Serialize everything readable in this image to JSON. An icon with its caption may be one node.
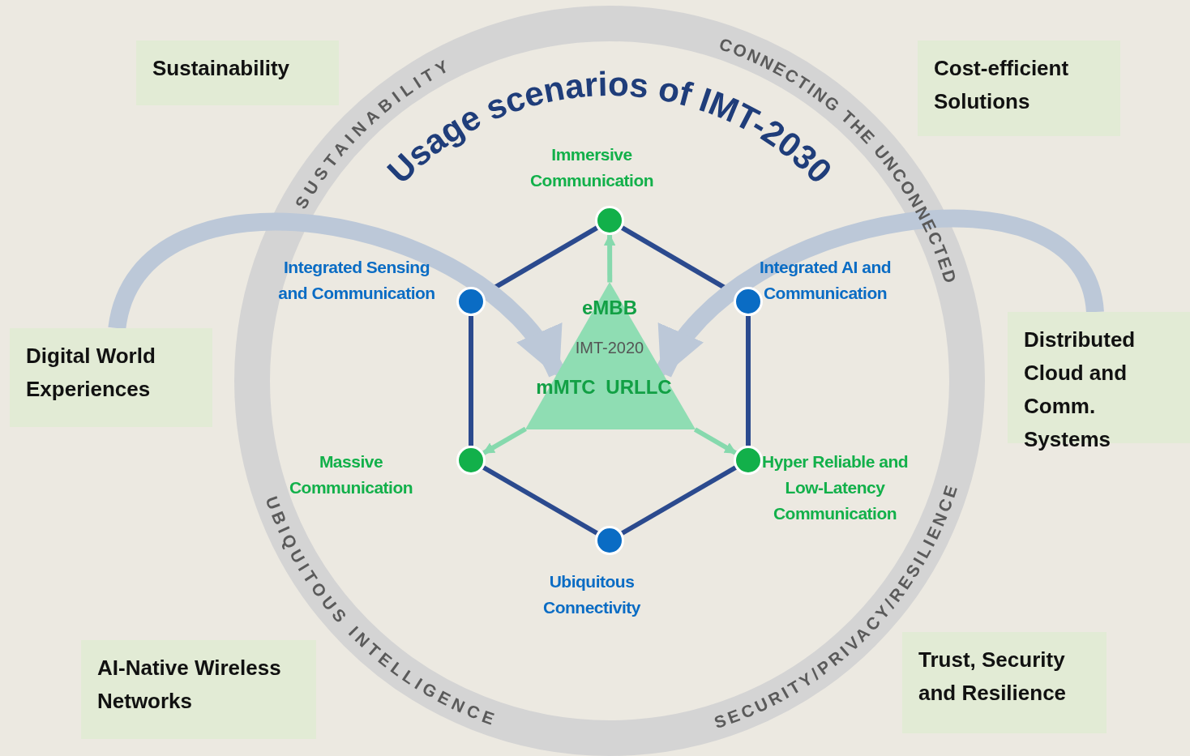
{
  "diagram": {
    "title": "Usage scenarios of IMT-2030",
    "nodes": [
      {
        "text": [
          "Sustainability"
        ]
      },
      {
        "text": [
          "Cost-efficient Solutions"
        ]
      },
      {
        "text": [
          "Digital World Experiences"
        ]
      },
      {
        "text": [
          "Distributed Cloud and Comm. Systems"
        ]
      },
      {
        "text": [
          "AI-Native Wireless Networks"
        ]
      },
      {
        "text": [
          "Trust, Security and Resilience"
        ]
      },
      {
        "text": [],
        "shape": "circle",
        "beside": [
          "Immersive Communication"
        ]
      },
      {
        "text": [],
        "shape": "circle",
        "beside": [
          "Integrated AI and Communication"
        ]
      },
      {
        "text": [],
        "shape": "circle",
        "beside": [
          "Hyper Reliable and Low-Latency Communication"
        ]
      },
      {
        "text": [],
        "shape": "circle",
        "beside": [
          "Ubiquitous Connectivity"
        ]
      },
      {
        "text": [],
        "shape": "circle",
        "beside": [
          "Massive Communication"
        ]
      },
      {
        "text": [],
        "shape": "circle",
        "beside": [
          "Integrated Sensing and Communication"
        ]
      },
      {
        "text": [
          "eMBB",
          "IMT-2020",
          "mMTC",
          "URLLC"
        ]
      }
    ],
    "edges": [
      {
        "from": 6,
        "to": 7,
        "arrow": "none"
      },
      {
        "from": 7,
        "to": 8,
        "arrow": "none"
      },
      {
        "from": 8,
        "to": 9,
        "arrow": "none"
      },
      {
        "from": 9,
        "to": 10,
        "arrow": "none"
      },
      {
        "from": 10,
        "to": 11,
        "arrow": "none"
      },
      {
        "from": 11,
        "to": 6,
        "arrow": "none"
      },
      {
        "from": 12,
        "to": 6,
        "arrow": "to",
        "color": "#86d9ad"
      },
      {
        "from": 12,
        "to": 8,
        "arrow": "to",
        "color": "#86d9ad"
      },
      {
        "from": 12,
        "to": 10,
        "arrow": "to",
        "color": "#86d9ad"
      },
      {
        "from": 2,
        "to": 12,
        "arrow": "to",
        "style": "thick",
        "color": "#bcc8d8"
      },
      {
        "from": 3,
        "to": 12,
        "arrow": "to",
        "style": "thick",
        "color": "#bcc8d8"
      }
    ],
    "labels": [
      "SUSTAINABILITY",
      "CONNECTING THE UNCONNECTED",
      "SECURITY/PRIVACY/RESILIENCE",
      "UBIQUITOUS INTELLIGENCE"
    ]
  }
}
